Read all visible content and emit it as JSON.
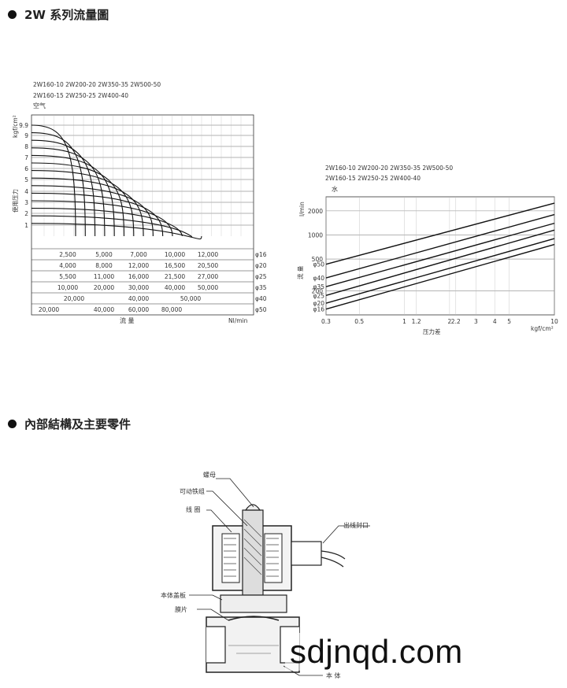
{
  "section1": {
    "title": "2W 系列流量圖"
  },
  "section2": {
    "title": "內部結構及主要零件"
  },
  "air_chart": {
    "models_row1": "2W160-10  2W200-20  2W350-35  2W500-50",
    "models_row2": "2W160-15  2W250-25  2W400-40",
    "medium": "空气",
    "y_unit": "kgf/cm²",
    "y_label": "使用压力",
    "x_label": "流 量",
    "x_unit": "Nl/min",
    "pressure_ticks": [
      "9.9",
      "9",
      "8",
      "7",
      "6",
      "5",
      "4",
      "3",
      "2",
      "1"
    ],
    "table_rows": [
      {
        "values": [
          "2,500",
          "5,000",
          "7,000",
          "10,000",
          "12,000"
        ],
        "dia": "φ16"
      },
      {
        "values": [
          "4,000",
          "8,000",
          "12,000",
          "16,500",
          "20,500"
        ],
        "dia": "φ20"
      },
      {
        "values": [
          "5,500",
          "11,000",
          "16,000",
          "21,500",
          "27,000"
        ],
        "dia": "φ25"
      },
      {
        "values": [
          "10,000",
          "20,000",
          "30,000",
          "40,000",
          "50,000"
        ],
        "dia": "φ35"
      },
      {
        "values": [
          "20,000",
          "40,000",
          "50,000"
        ],
        "dia": "φ40"
      },
      {
        "values": [
          "20,000",
          "40,000",
          "60,000",
          "80,000"
        ],
        "dia": "φ50"
      }
    ]
  },
  "chart_data": {
    "type": "line",
    "title": "水",
    "models_row1": "2W160-10  2W200-20  2W350-35  2W500-50",
    "models_row2": "2W160-15  2W250-25  2W400-40",
    "xlabel": "压力差",
    "x_unit": "kgf/cm²",
    "ylabel": "流 量",
    "y_unit": "l/min",
    "x_scale": "log",
    "y_scale": "log",
    "xlim": [
      0.3,
      10
    ],
    "ylim": [
      100,
      3000
    ],
    "x_ticks": [
      "0.3",
      "0.5",
      "1",
      "1.2",
      "2",
      "2.2",
      "3",
      "4",
      "5",
      "10"
    ],
    "x_tick_values": [
      0.3,
      0.5,
      1,
      1.2,
      2,
      2.2,
      3,
      4,
      5,
      10
    ],
    "y_ticks": [
      "2000",
      "1000",
      "500",
      "200"
    ],
    "y_tick_values": [
      2000,
      1000,
      500,
      200
    ],
    "series": [
      {
        "name": "φ50",
        "x": [
          0.3,
          10
        ],
        "y": [
          430,
          2500
        ]
      },
      {
        "name": "φ40",
        "x": [
          0.3,
          10
        ],
        "y": [
          290,
          1800
        ]
      },
      {
        "name": "φ35",
        "x": [
          0.3,
          10
        ],
        "y": [
          225,
          1400
        ]
      },
      {
        "name": "φ25",
        "x": [
          0.3,
          10
        ],
        "y": [
          175,
          1150
        ]
      },
      {
        "name": "φ20",
        "x": [
          0.3,
          10
        ],
        "y": [
          140,
          900
        ]
      },
      {
        "name": "φ16",
        "x": [
          0.3,
          10
        ],
        "y": [
          118,
          760
        ]
      }
    ]
  },
  "diagram": {
    "labels": {
      "nut": "螺母",
      "plunger": "可动铁组",
      "coil": "线 圈",
      "outlet": "出线封口",
      "cover": "本体盖板",
      "diaphragm": "膜片",
      "body": "本 体"
    }
  },
  "watermark": "sdjnqd.com"
}
